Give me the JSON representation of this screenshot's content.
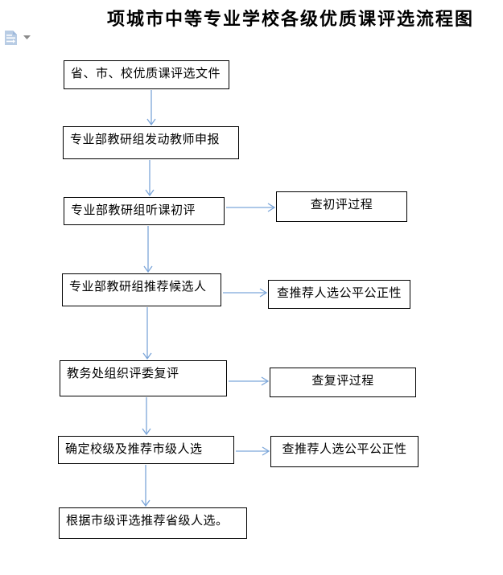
{
  "page": {
    "title": "项城市中等专业学校各级优质课评选流程图",
    "background": "#ffffff"
  },
  "paste_options": {
    "icon": "paste-options-clipboard-icon",
    "dropdown_glyph": "▾"
  },
  "colors": {
    "connector": "#7ca6d9",
    "box_border": "#000000",
    "box_fill": "#ffffff",
    "paste_icon_fill": "#b8cce4",
    "dropdown_gray": "#8a8a8a"
  },
  "flowchart": {
    "steps": [
      {
        "label": "省、市、校优质课评选文件"
      },
      {
        "label": "专业部教研组发动教师申报"
      },
      {
        "label": "专业部教研组听课初评"
      },
      {
        "label": "专业部教研组推荐候选人"
      },
      {
        "label": "教务处组织评委复评"
      },
      {
        "label": "确定校级及推荐市级人选"
      },
      {
        "label": "根据市级评选推荐省级人选。"
      }
    ],
    "checks": [
      {
        "label": "查初评过程",
        "attached_to": "专业部教研组听课初评"
      },
      {
        "label": "查推荐人选公平公正性",
        "attached_to": "专业部教研组推荐候选人"
      },
      {
        "label": "查复评过程",
        "attached_to": "教务处组织评委复评"
      },
      {
        "label": "查推荐人选公平公正性",
        "attached_to": "确定校级及推荐市级人选"
      }
    ],
    "connections": [
      {
        "from": "省、市、校优质课评选文件",
        "to": "专业部教研组发动教师申报",
        "direction": "down"
      },
      {
        "from": "专业部教研组发动教师申报",
        "to": "专业部教研组听课初评",
        "direction": "down"
      },
      {
        "from": "专业部教研组听课初评",
        "to": "专业部教研组推荐候选人",
        "direction": "down"
      },
      {
        "from": "专业部教研组推荐候选人",
        "to": "教务处组织评委复评",
        "direction": "down"
      },
      {
        "from": "教务处组织评委复评",
        "to": "确定校级及推荐市级人选",
        "direction": "down"
      },
      {
        "from": "确定校级及推荐市级人选",
        "to": "根据市级评选推荐省级人选。",
        "direction": "down"
      },
      {
        "from": "专业部教研组听课初评",
        "to": "查初评过程",
        "direction": "right"
      },
      {
        "from": "专业部教研组推荐候选人",
        "to": "查推荐人选公平公正性",
        "direction": "right"
      },
      {
        "from": "教务处组织评委复评",
        "to": "查复评过程",
        "direction": "right"
      },
      {
        "from": "确定校级及推荐市级人选",
        "to": "查推荐人选公平公正性",
        "direction": "right"
      }
    ]
  }
}
